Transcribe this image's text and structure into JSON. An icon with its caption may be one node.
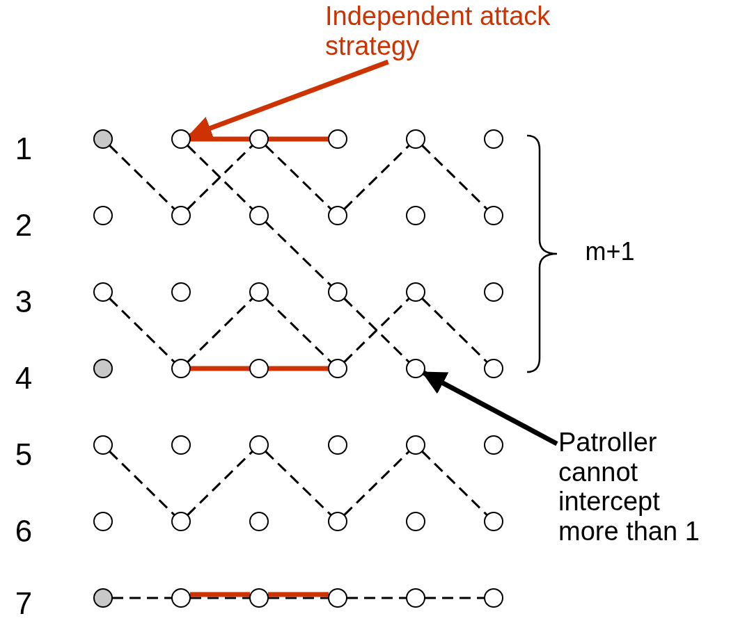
{
  "diagram": {
    "nodes": [
      {
        "text": [
          "Independent attack strategy"
        ]
      },
      {
        "text": [],
        "shape": "circle"
      },
      {
        "text": [],
        "shape": "circle"
      },
      {
        "text": [],
        "shape": "circle"
      },
      {
        "text": [],
        "shape": "circle"
      },
      {
        "text": [],
        "shape": "circle"
      },
      {
        "text": [],
        "shape": "circle"
      },
      {
        "text": [],
        "shape": "circle"
      },
      {
        "text": [],
        "shape": "circle"
      },
      {
        "text": [],
        "shape": "circle"
      },
      {
        "text": [],
        "shape": "circle"
      },
      {
        "text": [],
        "shape": "circle"
      },
      {
        "text": [],
        "shape": "circle"
      },
      {
        "text": [],
        "shape": "circle"
      },
      {
        "text": [],
        "shape": "circle"
      },
      {
        "text": [],
        "shape": "circle"
      },
      {
        "text": [],
        "shape": "circle"
      },
      {
        "text": [],
        "shape": "circle"
      },
      {
        "text": [],
        "shape": "circle"
      },
      {
        "text": [],
        "shape": "circle"
      },
      {
        "text": [],
        "shape": "circle"
      },
      {
        "text": [],
        "shape": "circle"
      },
      {
        "text": [],
        "shape": "circle"
      },
      {
        "text": [],
        "shape": "circle"
      },
      {
        "text": [],
        "shape": "circle"
      },
      {
        "text": [],
        "shape": "circle"
      },
      {
        "text": [],
        "shape": "circle"
      },
      {
        "text": [],
        "shape": "circle"
      },
      {
        "text": [],
        "shape": "circle"
      },
      {
        "text": [],
        "shape": "circle"
      },
      {
        "text": [],
        "shape": "circle"
      },
      {
        "text": [],
        "shape": "circle"
      },
      {
        "text": [],
        "shape": "circle"
      },
      {
        "text": [],
        "shape": "circle"
      },
      {
        "text": [],
        "shape": "circle"
      },
      {
        "text": [],
        "shape": "circle"
      },
      {
        "text": [],
        "shape": "circle"
      },
      {
        "text": [],
        "shape": "circle"
      },
      {
        "text": [],
        "shape": "circle"
      },
      {
        "text": [],
        "shape": "circle"
      },
      {
        "text": [],
        "shape": "circle"
      },
      {
        "text": [],
        "shape": "circle"
      },
      {
        "text": [],
        "shape": "circle"
      },
      {
        "text": [
          "Patroller cannot intercept more than 1"
        ]
      }
    ],
    "edges": [
      {
        "from": 1,
        "to": 8,
        "arrow": "none",
        "style": "dashed"
      },
      {
        "from": 8,
        "to": 3,
        "arrow": "none",
        "style": "dashed"
      },
      {
        "from": 3,
        "to": 10,
        "arrow": "none",
        "style": "dashed"
      },
      {
        "from": 10,
        "to": 5,
        "arrow": "none",
        "style": "dashed"
      },
      {
        "from": 5,
        "to": 12,
        "arrow": "none",
        "style": "dashed"
      },
      {
        "from": 2,
        "to": 9,
        "arrow": "none",
        "style": "dashed"
      },
      {
        "from": 9,
        "to": 16,
        "arrow": "none",
        "style": "dashed"
      },
      {
        "from": 16,
        "to": 23,
        "arrow": "none",
        "style": "dashed"
      },
      {
        "from": 13,
        "to": 20,
        "arrow": "none",
        "style": "dashed"
      },
      {
        "from": 20,
        "to": 15,
        "arrow": "none",
        "style": "dashed"
      },
      {
        "from": 15,
        "to": 22,
        "arrow": "none",
        "style": "dashed"
      },
      {
        "from": 22,
        "to": 17,
        "arrow": "none",
        "style": "dashed"
      },
      {
        "from": 17,
        "to": 24,
        "arrow": "none",
        "style": "dashed"
      },
      {
        "from": 25,
        "to": 32,
        "arrow": "none",
        "style": "dashed"
      },
      {
        "from": 32,
        "to": 27,
        "arrow": "none",
        "style": "dashed"
      },
      {
        "from": 27,
        "to": 34,
        "arrow": "none",
        "style": "dashed"
      },
      {
        "from": 34,
        "to": 29,
        "arrow": "none",
        "style": "dashed"
      },
      {
        "from": 29,
        "to": 36,
        "arrow": "none",
        "style": "dashed"
      },
      {
        "from": 37,
        "to": 38,
        "arrow": "none",
        "style": "dashed"
      },
      {
        "from": 38,
        "to": 39,
        "arrow": "none",
        "style": "dashed"
      },
      {
        "from": 39,
        "to": 40,
        "arrow": "none",
        "style": "dashed"
      },
      {
        "from": 40,
        "to": 41,
        "arrow": "none",
        "style": "dashed"
      },
      {
        "from": 41,
        "to": 42,
        "arrow": "none",
        "style": "dashed"
      },
      {
        "from": 2,
        "to": 3,
        "arrow": "none",
        "style": "thick",
        "color": "#cc3300"
      },
      {
        "from": 3,
        "to": 4,
        "arrow": "none",
        "style": "thick",
        "color": "#cc3300"
      },
      {
        "from": 20,
        "to": 21,
        "arrow": "none",
        "style": "thick",
        "color": "#cc3300"
      },
      {
        "from": 21,
        "to": 22,
        "arrow": "none",
        "style": "thick",
        "color": "#cc3300"
      },
      {
        "from": 38,
        "to": 39,
        "arrow": "none",
        "style": "thick",
        "color": "#cc3300"
      },
      {
        "from": 39,
        "to": 40,
        "arrow": "none",
        "style": "thick",
        "color": "#cc3300"
      },
      {
        "from": 0,
        "to": 2,
        "arrow": "to",
        "style": "thick",
        "color": "#cc3300"
      },
      {
        "from": 43,
        "to": 23,
        "arrow": "to",
        "style": "thick"
      }
    ],
    "labels": [
      "1",
      "2",
      "m+1",
      "3",
      "4",
      "5",
      "6",
      "7"
    ]
  }
}
